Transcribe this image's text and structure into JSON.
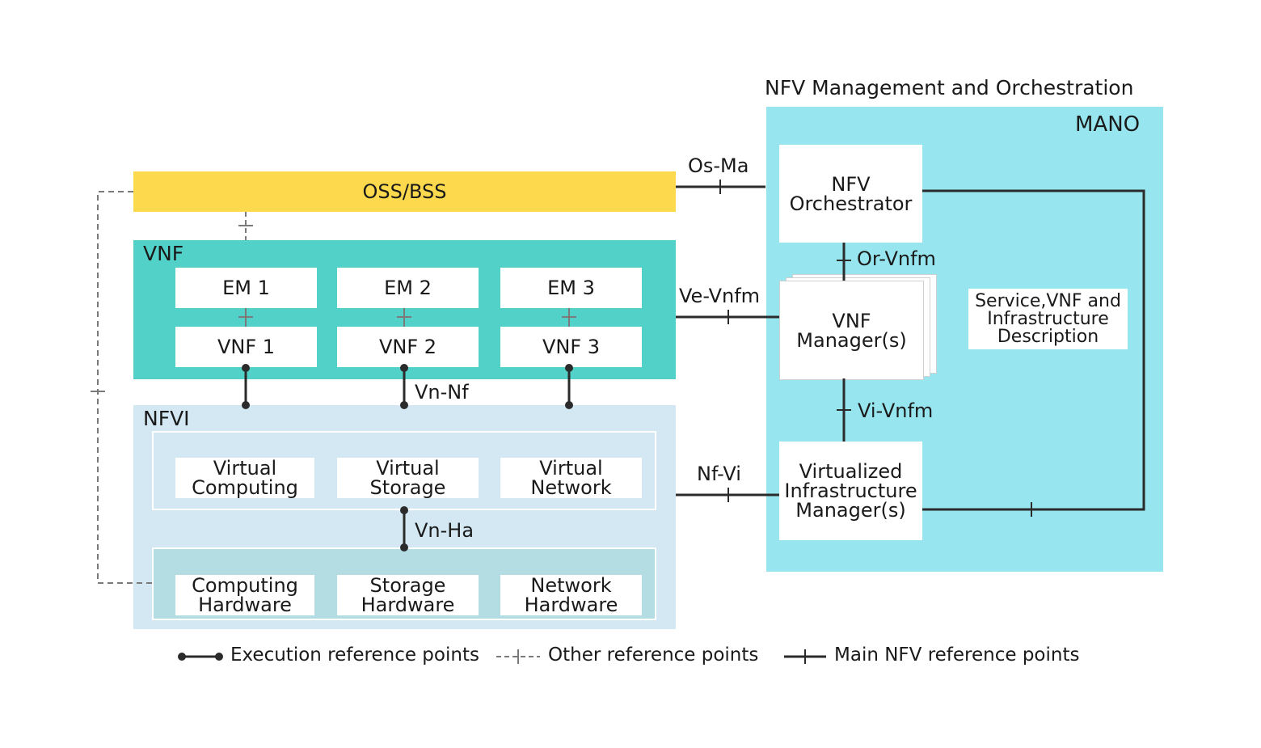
{
  "mano": {
    "heading": "NFV Management and Orchestration",
    "label": "MANO",
    "nfvo": {
      "line1": "NFV",
      "line2": "Orchestrator"
    },
    "vnfm": {
      "line1": "VNF",
      "line2": "Manager(s)"
    },
    "vim": {
      "line1": "Virtualized",
      "line2": "Infrastructure",
      "line3": "Manager(s)"
    },
    "description": {
      "line1": "Service,VNF and",
      "line2": "Infrastructure",
      "line3": "Description"
    }
  },
  "oss_bss": {
    "label": "OSS/BSS"
  },
  "vnf": {
    "label": "VNF",
    "em": [
      "EM 1",
      "EM 2",
      "EM 3"
    ],
    "vnfs": [
      "VNF 1",
      "VNF 2",
      "VNF 3"
    ]
  },
  "nfvi": {
    "label": "NFVI",
    "virtual": [
      {
        "line1": "Virtual",
        "line2": "Computing"
      },
      {
        "line1": "Virtual",
        "line2": "Storage"
      },
      {
        "line1": "Virtual",
        "line2": "Network"
      }
    ],
    "hardware": [
      {
        "line1": "Computing",
        "line2": "Hardware"
      },
      {
        "line1": "Storage",
        "line2": "Hardware"
      },
      {
        "line1": "Network",
        "line2": "Hardware"
      }
    ]
  },
  "reference_points": {
    "os_ma": "Os-Ma",
    "or_vnfm": "Or-Vnfm",
    "ve_vnfm": "Ve-Vnfm",
    "vi_vnfm": "Vi-Vnfm",
    "vn_nf": "Vn-Nf",
    "nf_vi": "Nf-Vi",
    "vn_ha": "Vn-Ha"
  },
  "legend": {
    "execution": "Execution reference points",
    "other": "Other reference points",
    "main": "Main NFV reference points"
  },
  "colors": {
    "mano_bg": "#96e5ef",
    "oss_bg": "#fdd94d",
    "vnf_bg": "#52d1c9",
    "nfvi_bg": "#d3e8f3",
    "hw_bg": "#b3dde3",
    "line": "#2b2b2b"
  }
}
